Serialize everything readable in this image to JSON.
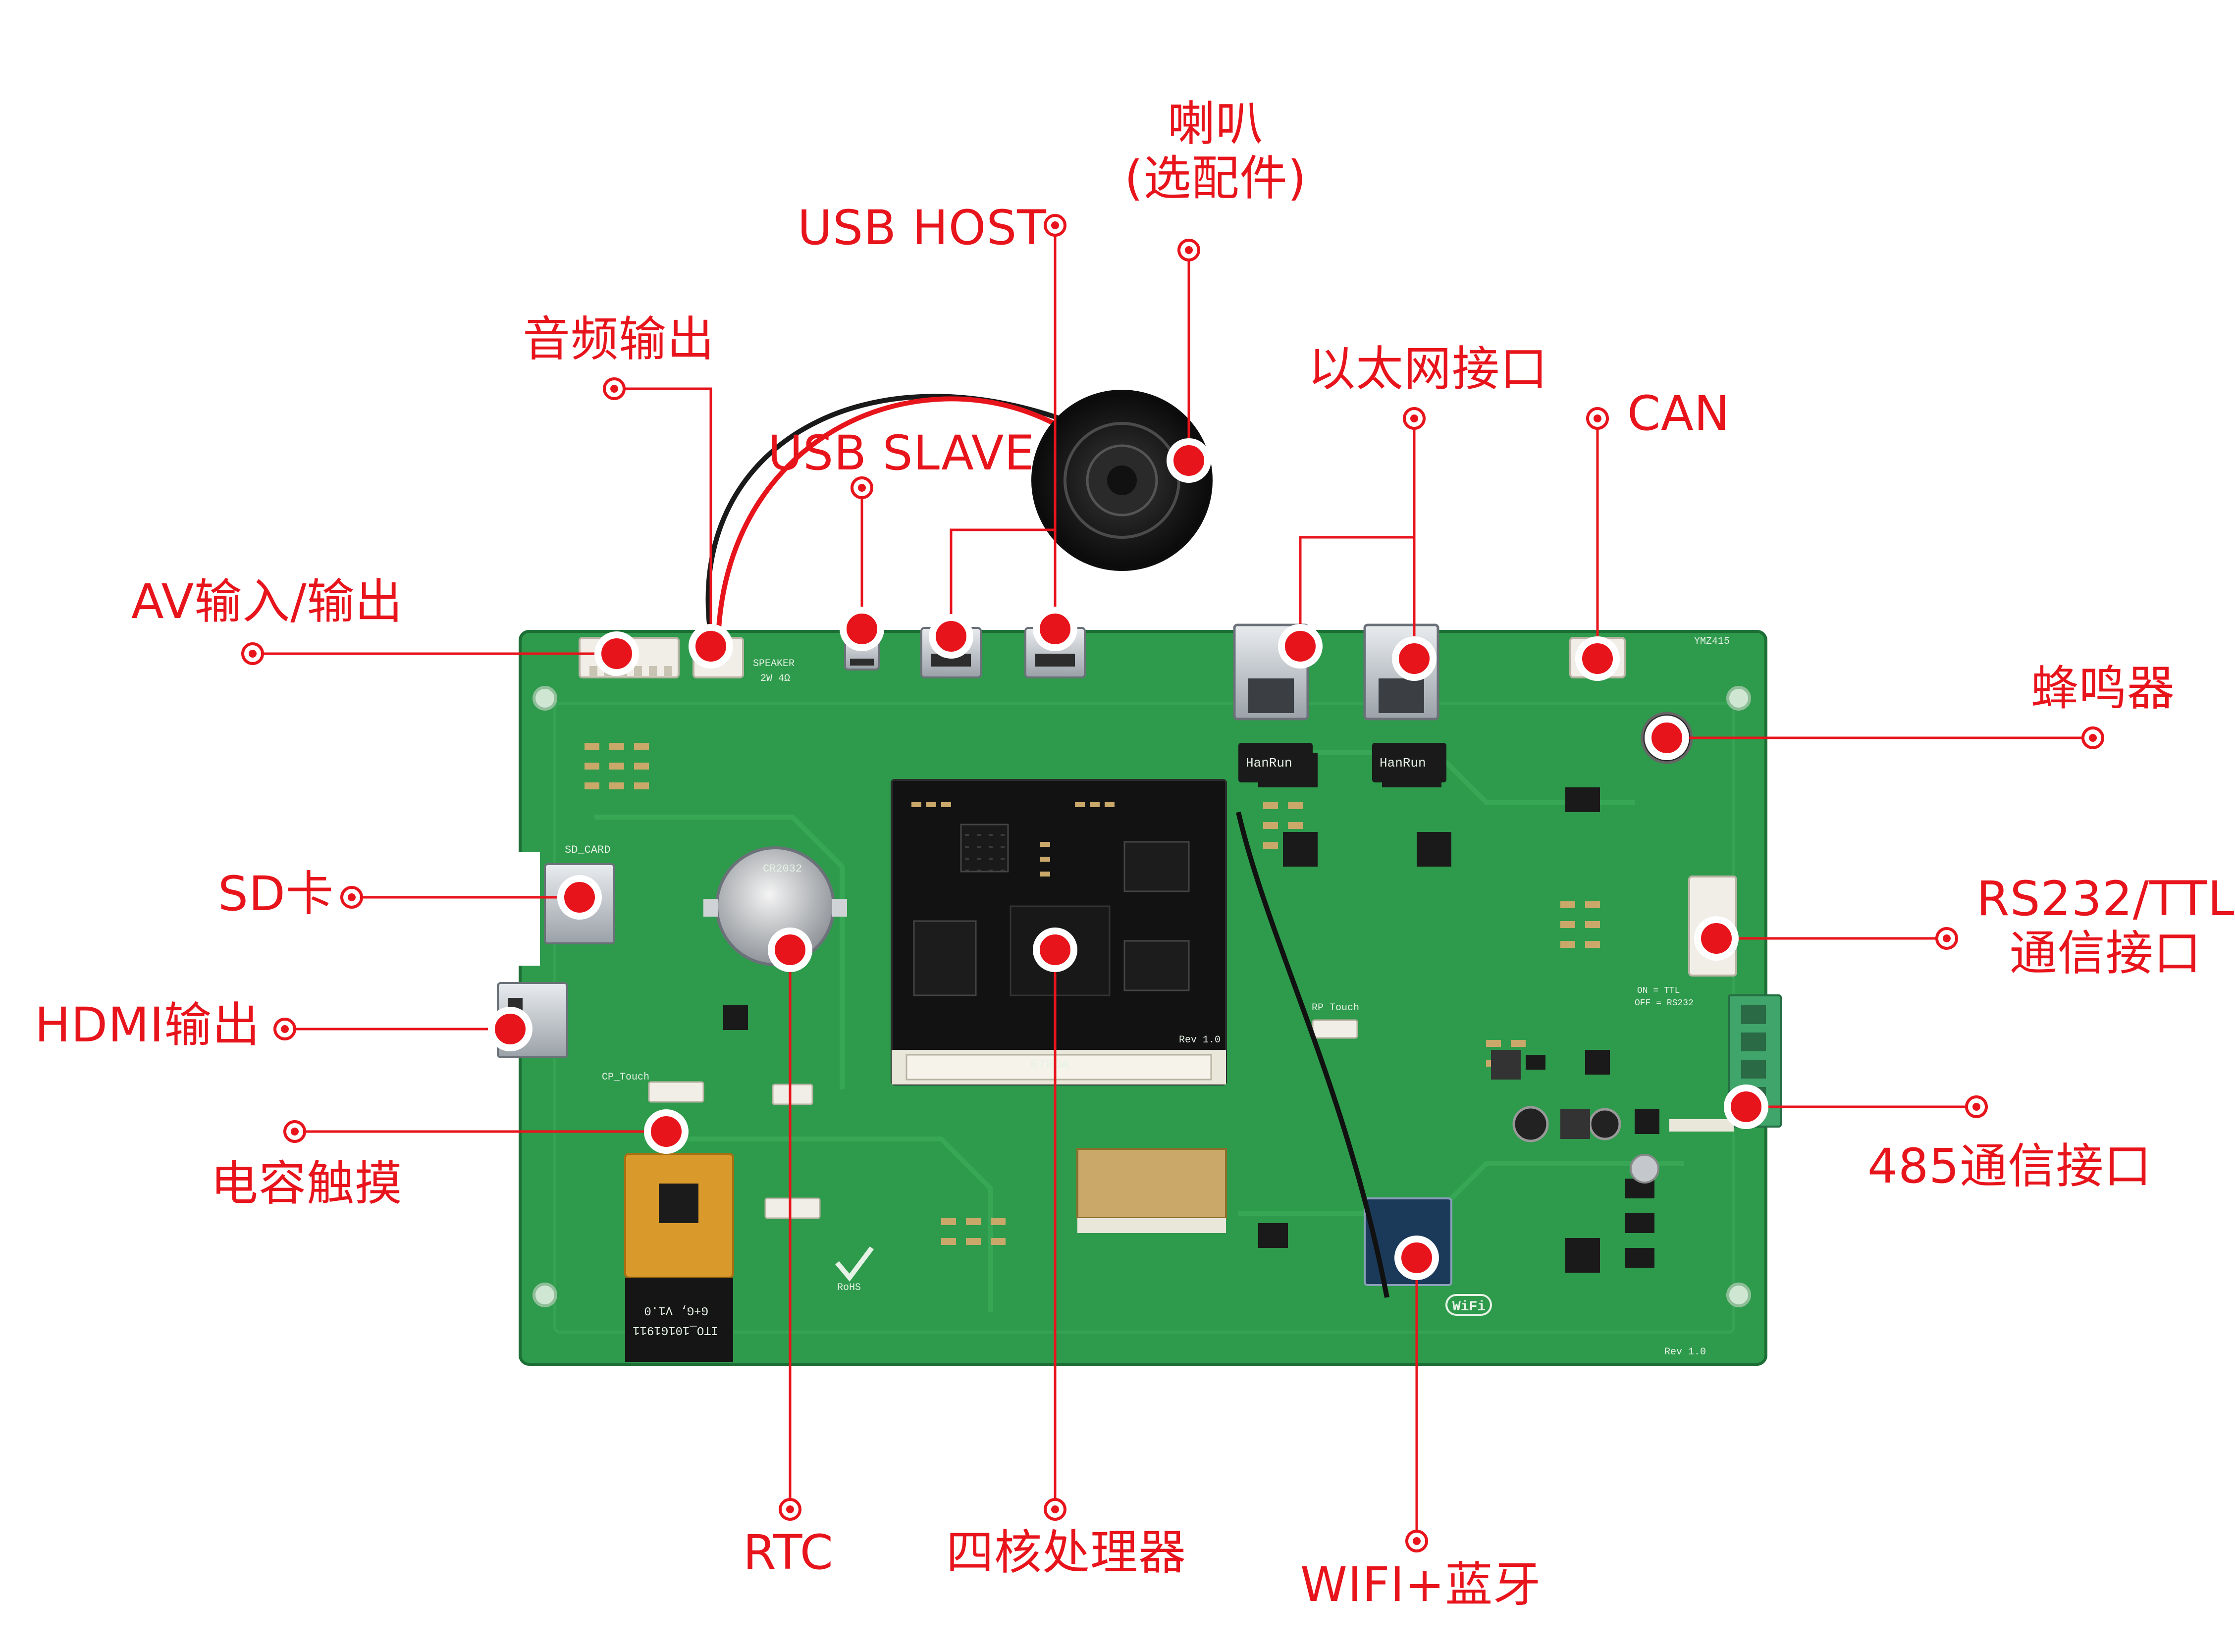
{
  "diagram": {
    "board": {
      "module_marking": "07RDA",
      "module_rev": "Rev 1.0",
      "board_rev": "Rev 1.0",
      "sd_silk": "SD_CARD",
      "speaker_silk": "SPEAKER",
      "speaker_spec": "2W 4Ω",
      "rtc_battery": "CR2032",
      "touch_silk": "CP_Touch",
      "rp_touch_silk": "RP_Touch",
      "fpc_text_1": "ITO_101G1911",
      "fpc_text_2": "G+G, V1.0",
      "wifi_mark": "WiFi",
      "rohs_mark": "RoHS",
      "switch_silk_1": "ON = TTL",
      "switch_silk_2": "OFF = RS232",
      "board_model": "YMZ415",
      "eth_brand": "HanRun"
    },
    "callouts": [
      {
        "id": "speaker",
        "label": "喇叭\n(选配件)"
      },
      {
        "id": "usb-host",
        "label": "USB HOST"
      },
      {
        "id": "audio-out",
        "label": "音频输出"
      },
      {
        "id": "ethernet",
        "label": "以太网接口"
      },
      {
        "id": "can",
        "label": "CAN"
      },
      {
        "id": "usb-slave",
        "label": "USB SLAVE"
      },
      {
        "id": "av-io",
        "label": "AV输入/输出"
      },
      {
        "id": "buzzer",
        "label": "蜂鸣器"
      },
      {
        "id": "sd-card",
        "label": "SD卡"
      },
      {
        "id": "rs232",
        "label": "RS232/TTL\n通信接口"
      },
      {
        "id": "hdmi",
        "label": "HDMI输出"
      },
      {
        "id": "rs485",
        "label": "485通信接口"
      },
      {
        "id": "cap-touch",
        "label": "电容触摸"
      },
      {
        "id": "rtc",
        "label": "RTC"
      },
      {
        "id": "cpu",
        "label": "四核处理器"
      },
      {
        "id": "wifi-bt",
        "label": "WIFI+蓝牙"
      }
    ],
    "colors": {
      "accent": "#e8141c",
      "pcb": "#2e9a4c",
      "pcb_dark": "#1f7a38",
      "module": "#141414",
      "background": "#ffffff"
    }
  }
}
